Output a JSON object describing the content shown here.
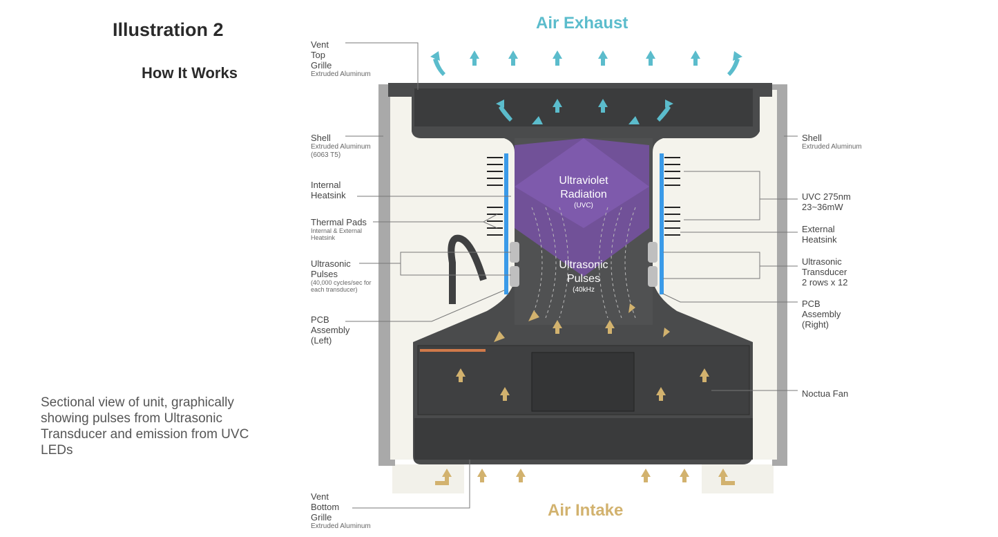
{
  "title": "Illustration 2",
  "subtitle": "How It Works",
  "description": "Sectional view of unit, graphically showing pulses from Ultrasonic Transducer and emission from UVC LEDs",
  "flow": {
    "exhaust": "Air Exhaust",
    "intake": "Air Intake",
    "exhaust_color": "#5bbccc",
    "intake_color": "#d2b26e"
  },
  "inner": {
    "uv_title": "Ultraviolet Radiation",
    "uv_sub": "(UVC)",
    "us_title": "Ultrasonic Pulses",
    "us_sub": "(40kHz"
  },
  "left_labels": [
    {
      "title": "Vent Top Grille",
      "sub": "Extruded Aluminum"
    },
    {
      "title": "Shell",
      "sub": "Extruded Aluminum (6063 T5)"
    },
    {
      "title": "Internal Heatsink",
      "sub": ""
    },
    {
      "title": "Thermal Pads",
      "sub": "Internal & External Heatsink"
    },
    {
      "title": "Ultrasonic Pulses",
      "sub": "(40,000 cycles/sec for each transducer)"
    },
    {
      "title": "PCB Assembly (Left)",
      "sub": ""
    },
    {
      "title": "Vent Bottom Grille",
      "sub": "Extruded Aluminum"
    }
  ],
  "right_labels": [
    {
      "title": "Shell",
      "sub": "Extruded Aluminum"
    },
    {
      "title": "UVC 275nm 23~36mW",
      "sub": ""
    },
    {
      "title": "External Heatsink",
      "sub": ""
    },
    {
      "title": "Ultrasonic Transducer 2 rows x 12",
      "sub": ""
    },
    {
      "title": "PCB Assembly (Right)",
      "sub": ""
    },
    {
      "title": "Noctua Fan",
      "sub": ""
    }
  ]
}
